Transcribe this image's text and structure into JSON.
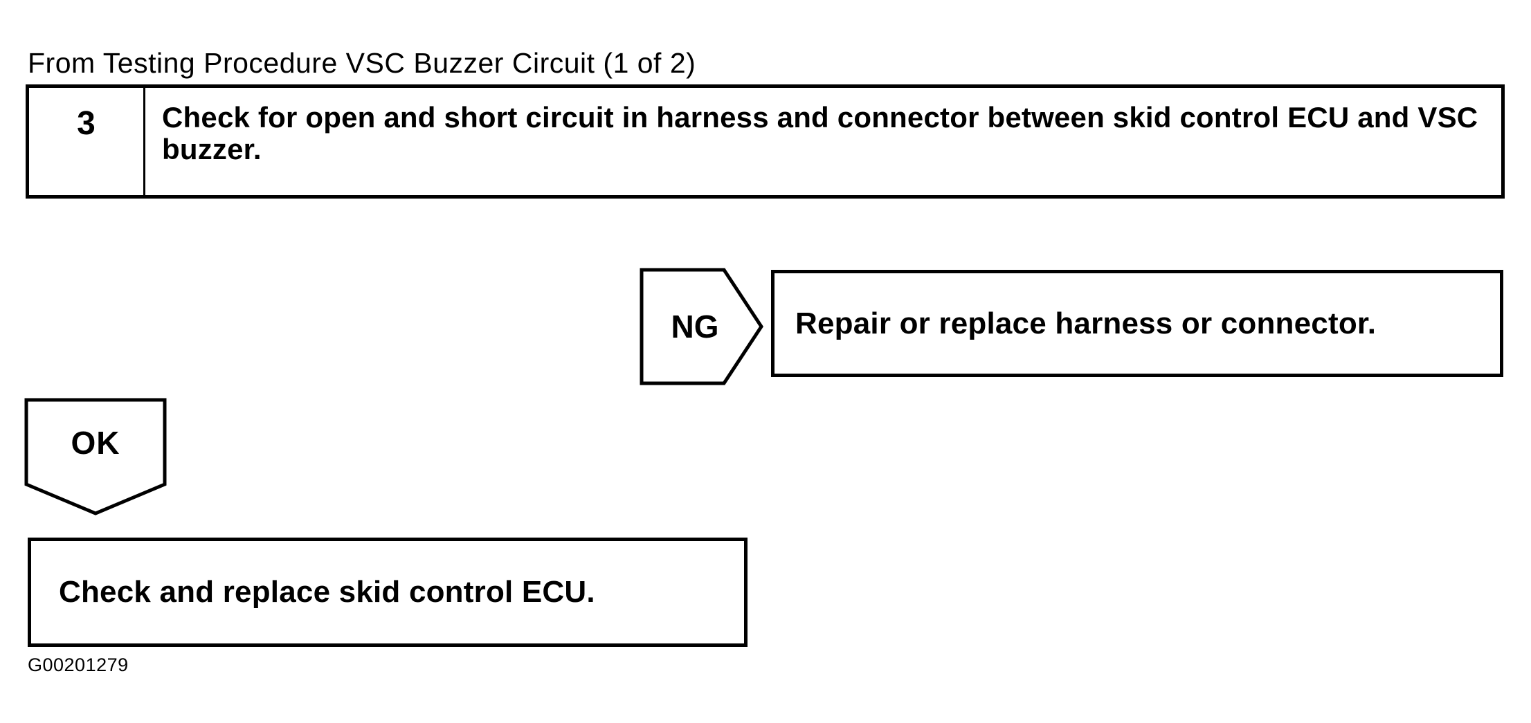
{
  "page": {
    "source_note": "From Testing Procedure VSC Buzzer Circuit (1 of 2)",
    "figure_id": "G00201279",
    "colors": {
      "ink": "#000000",
      "paper": "#ffffff"
    }
  },
  "flowchart": {
    "step": {
      "number": "3",
      "instruction": "Check for open and short circuit in harness and connector between skid control ECU and VSC buzzer."
    },
    "ng_branch": {
      "label": "NG",
      "action": "Repair or replace harness or connector."
    },
    "ok_branch": {
      "label": "OK",
      "action": "Check and replace skid control ECU."
    }
  }
}
